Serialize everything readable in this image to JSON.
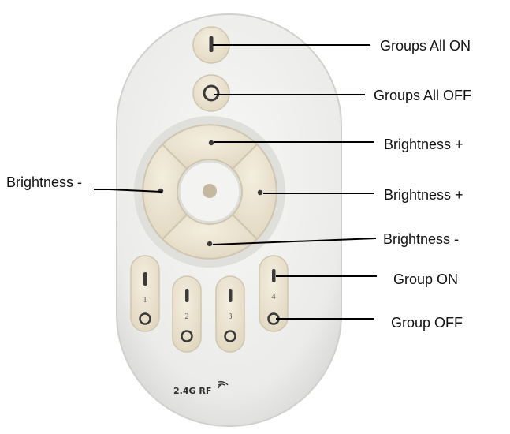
{
  "colors": {
    "remote_body": "#eeeeec",
    "remote_edge": "#d4d4d2",
    "button_cream": "#ebe3d0",
    "button_edge": "#cfc6b0",
    "mark": "#3a3a3a",
    "line": "#000000",
    "text": "#111111"
  },
  "callouts": {
    "groups_all_on": "Groups All ON",
    "groups_all_off": "Groups All OFF",
    "brightness_up_top": "Brightness +",
    "brightness_up_right": "Brightness +",
    "brightness_down_left": "Brightness -",
    "brightness_down_bottom": "Brightness -",
    "group_on": "Group ON",
    "group_off": "Group OFF"
  },
  "remote": {
    "group_numbers": [
      "1",
      "2",
      "3",
      "4"
    ],
    "rf_label": "2.4G RF"
  },
  "icons": {
    "on": "power-on-bar-icon",
    "off": "power-off-ring-icon",
    "signal": "wireless-signal-icon"
  }
}
